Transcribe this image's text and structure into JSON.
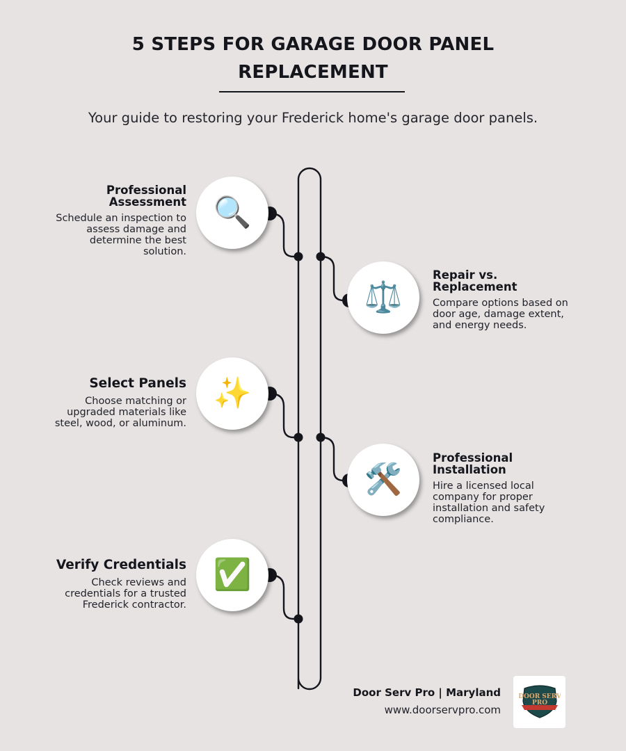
{
  "header": {
    "title_line1": "5 STEPS FOR GARAGE DOOR PANEL",
    "title_line2": "REPLACEMENT",
    "subtitle": "Your guide to restoring your Frederick home's garage door panels."
  },
  "steps": [
    {
      "side": "left",
      "title_line1": "Professional",
      "title_line2": "Assessment",
      "description_lines": [
        "Schedule an inspection to",
        "assess damage and",
        "determine the best",
        "solution."
      ],
      "icon": "magnifying-glass-icon",
      "icon_glyph": "🔍"
    },
    {
      "side": "right",
      "title_line1": "Repair vs.",
      "title_line2": "Replacement",
      "description_lines": [
        "Compare options based on",
        "door age, damage extent,",
        "and energy needs."
      ],
      "icon": "balance-scale-icon",
      "icon_glyph": "⚖️"
    },
    {
      "side": "left",
      "title_line1": "Select Panels",
      "description_lines": [
        "Choose matching or",
        "upgraded materials like",
        "steel, wood, or aluminum."
      ],
      "icon": "sparkles-icon",
      "icon_glyph": "✨"
    },
    {
      "side": "right",
      "title_line1": "Professional",
      "title_line2": "Installation",
      "description_lines": [
        "Hire a licensed local",
        "company for proper",
        "installation and safety",
        "compliance."
      ],
      "icon": "hammer-wrench-icon",
      "icon_glyph": "🛠️"
    },
    {
      "side": "left",
      "title_line1": "Verify Credentials",
      "description_lines": [
        "Check reviews and",
        "credentials for a trusted",
        "Frederick contractor."
      ],
      "icon": "check-mark-button-icon",
      "icon_glyph": "✅"
    }
  ],
  "footer": {
    "brand": "Door Serv Pro | Maryland",
    "url": "www.doorservpro.com",
    "logo_label": "Door Serv Pro logo"
  },
  "colors": {
    "background": "#e6e3e2",
    "ink": "#15151c",
    "circle": "#ffffff"
  }
}
